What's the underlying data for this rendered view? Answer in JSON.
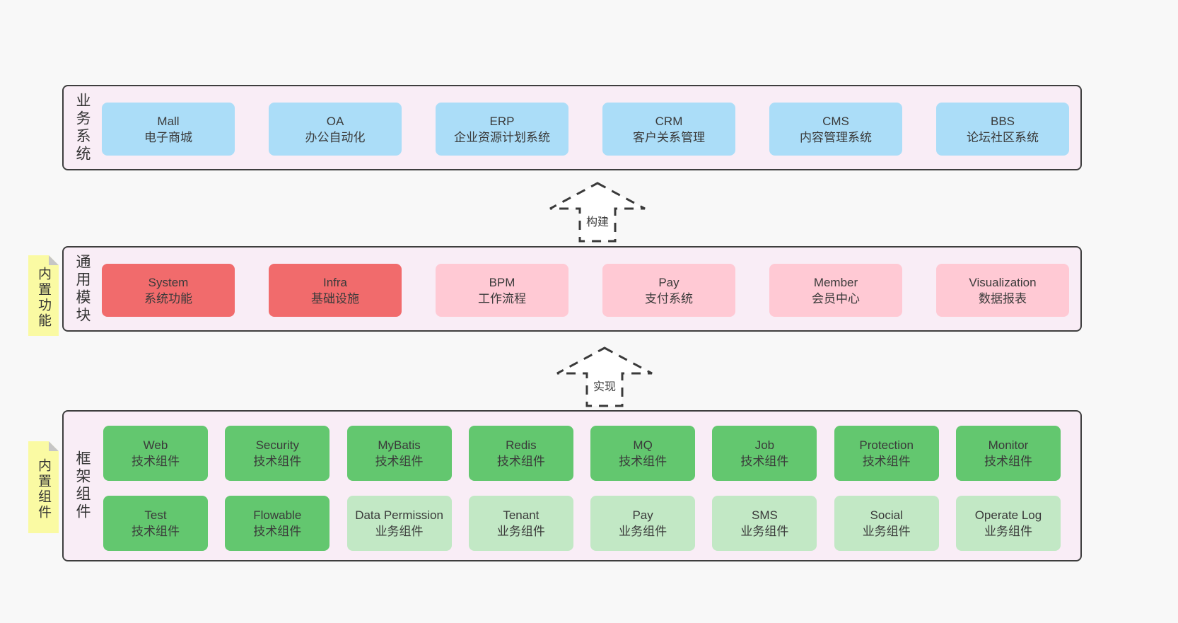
{
  "diagram": {
    "background": "#f8f8f8",
    "section_background": "#f9edf6",
    "section_border": "#3e3e3e",
    "text_color": "#3a3a3a"
  },
  "colors": {
    "business_system_blue": "#abddf8",
    "core_module_red": "#f16b6c",
    "module_pink": "#ffc9d4",
    "tech_component_green": "#63c76f",
    "biz_component_light_green": "#c2e8c5",
    "note_yellow": "#fafaa3",
    "note_fold_gray": "#c6c6c6"
  },
  "arrows": {
    "build_label": "构建",
    "implement_label": "实现"
  },
  "sections": {
    "business": {
      "label": "业务系统",
      "boxes": [
        {
          "title": "Mall",
          "subtitle": "电子商城"
        },
        {
          "title": "OA",
          "subtitle": "办公自动化"
        },
        {
          "title": "ERP",
          "subtitle": "企业资源计划系统"
        },
        {
          "title": "CRM",
          "subtitle": "客户关系管理"
        },
        {
          "title": "CMS",
          "subtitle": "内容管理系统"
        },
        {
          "title": "BBS",
          "subtitle": "论坛社区系统"
        }
      ]
    },
    "modules": {
      "label": "通用模块",
      "note": "内置功能",
      "boxes": [
        {
          "title": "System",
          "subtitle": "系统功能"
        },
        {
          "title": "Infra",
          "subtitle": "基础设施"
        },
        {
          "title": "BPM",
          "subtitle": "工作流程"
        },
        {
          "title": "Pay",
          "subtitle": "支付系统"
        },
        {
          "title": "Member",
          "subtitle": "会员中心"
        },
        {
          "title": "Visualization",
          "subtitle": "数据报表"
        }
      ]
    },
    "components": {
      "label": "框架组件",
      "note": "内置组件",
      "row1": [
        {
          "title": "Web",
          "subtitle": "技术组件"
        },
        {
          "title": "Security",
          "subtitle": "技术组件"
        },
        {
          "title": "MyBatis",
          "subtitle": "技术组件"
        },
        {
          "title": "Redis",
          "subtitle": "技术组件"
        },
        {
          "title": "MQ",
          "subtitle": "技术组件"
        },
        {
          "title": "Job",
          "subtitle": "技术组件"
        },
        {
          "title": "Protection",
          "subtitle": "技术组件"
        },
        {
          "title": "Monitor",
          "subtitle": "技术组件"
        }
      ],
      "row2": [
        {
          "title": "Test",
          "subtitle": "技术组件"
        },
        {
          "title": "Flowable",
          "subtitle": "技术组件"
        },
        {
          "title": "Data Permission",
          "subtitle": "业务组件"
        },
        {
          "title": "Tenant",
          "subtitle": "业务组件"
        },
        {
          "title": "Pay",
          "subtitle": "业务组件"
        },
        {
          "title": "SMS",
          "subtitle": "业务组件"
        },
        {
          "title": "Social",
          "subtitle": "业务组件"
        },
        {
          "title": "Operate Log",
          "subtitle": "业务组件"
        }
      ]
    }
  }
}
